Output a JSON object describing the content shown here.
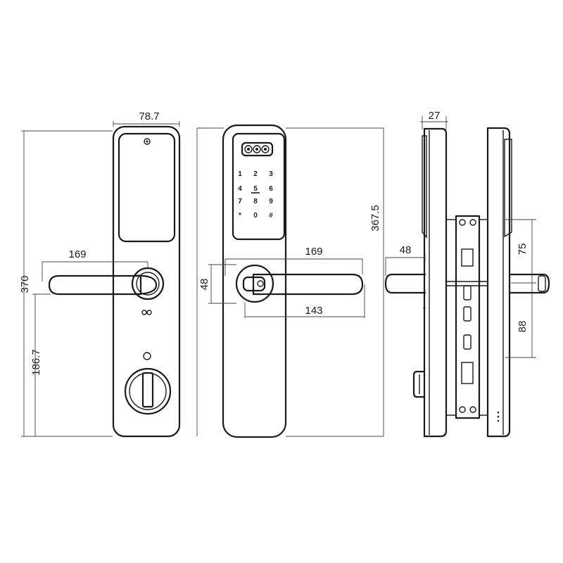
{
  "front_view": {
    "width_label": "78.7",
    "height_label": "370",
    "handle_length_label": "169",
    "spindle_height_label": "186.7"
  },
  "back_view": {
    "height_label": "367.5",
    "handle_length_label": "169",
    "handle_height_label": "48",
    "handle_reach_label": "143",
    "keypad": [
      "1",
      "2",
      "3",
      "4",
      "5",
      "6",
      "7",
      "8",
      "9",
      "*",
      "0",
      "#"
    ]
  },
  "side_view": {
    "thickness_label": "27",
    "handle_projection_label": "48",
    "upper_offset_label": "75",
    "lower_offset_label": "88"
  }
}
